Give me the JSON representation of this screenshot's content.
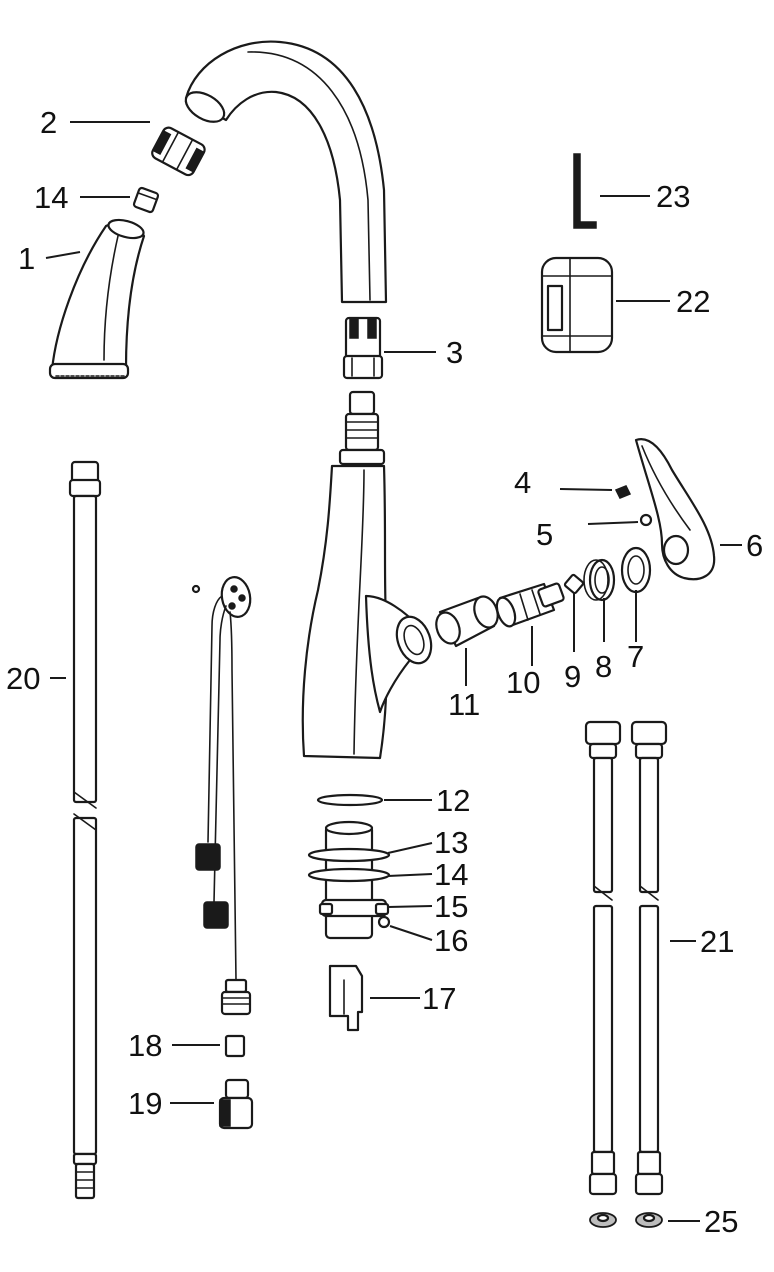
{
  "callouts": [
    {
      "key": "c1",
      "label": "1"
    },
    {
      "key": "c2",
      "label": "2"
    },
    {
      "key": "c3",
      "label": "3"
    },
    {
      "key": "c4",
      "label": "4"
    },
    {
      "key": "c5",
      "label": "5"
    },
    {
      "key": "c6",
      "label": "6"
    },
    {
      "key": "c7",
      "label": "7"
    },
    {
      "key": "c8",
      "label": "8"
    },
    {
      "key": "c9",
      "label": "9"
    },
    {
      "key": "c10",
      "label": "10"
    },
    {
      "key": "c11",
      "label": "11"
    },
    {
      "key": "c12",
      "label": "12"
    },
    {
      "key": "c13",
      "label": "13"
    },
    {
      "key": "c14a",
      "label": "14"
    },
    {
      "key": "c14b",
      "label": "14"
    },
    {
      "key": "c15",
      "label": "15"
    },
    {
      "key": "c16",
      "label": "16"
    },
    {
      "key": "c17",
      "label": "17"
    },
    {
      "key": "c18",
      "label": "18"
    },
    {
      "key": "c19",
      "label": "19"
    },
    {
      "key": "c20",
      "label": "20"
    },
    {
      "key": "c21",
      "label": "21"
    },
    {
      "key": "c22",
      "label": "22"
    },
    {
      "key": "c23",
      "label": "23"
    },
    {
      "key": "c25",
      "label": "25"
    }
  ]
}
